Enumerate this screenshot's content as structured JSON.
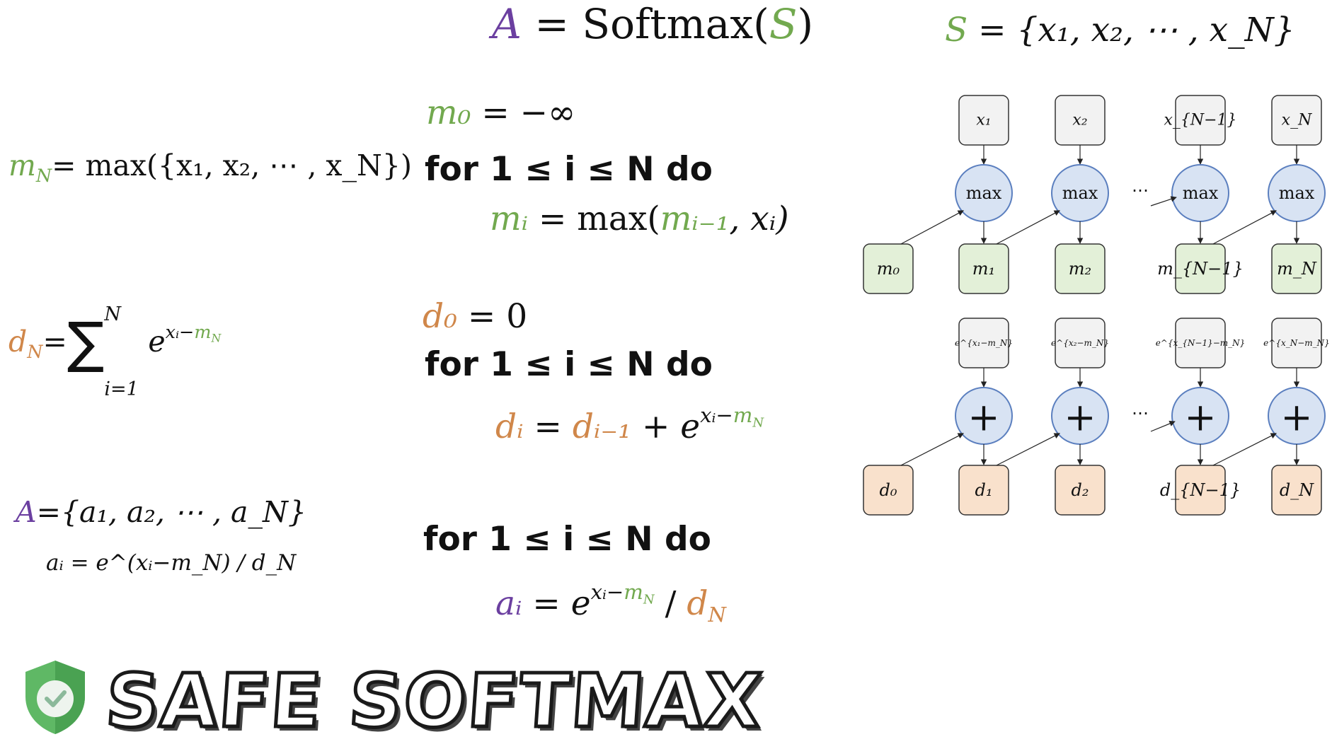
{
  "header": {
    "attention_lhs": "A",
    "attention_eq": " = Softmax(",
    "attention_arg": "S",
    "attention_close": ")",
    "set_lhs": "S",
    "set_rhs": " = {x₁, x₂, ⋯ , x_N}"
  },
  "left": {
    "max_lhs": "m",
    "max_sub": "N",
    "max_rhs": "= max({x₁, x₂, ⋯ , x_N})",
    "sum_lhs": "d",
    "sum_sub": "N",
    "sum_eq": "=",
    "sum_upper": "N",
    "sum_lower": "i=1",
    "sum_term": "e",
    "sum_exp_x": "xᵢ−",
    "sum_exp_m": "m",
    "sum_exp_m_sub": "N",
    "attn_lhs": "A",
    "attn_rhs": "={a₁, a₂, ⋯ , a_N}",
    "attn_elem": "aᵢ  =  e^(xᵢ−m_N) / d_N"
  },
  "middle": {
    "m0_lhs": "m₀",
    "m0_rhs": " = −∞",
    "loop1_header": "for  1 ≤ i ≤ N  do",
    "loop1_lhs": "mᵢ",
    "loop1_eq": "  =  max(",
    "loop1_prev": "mᵢ₋₁",
    "loop1_rest": ", xᵢ)",
    "d0_lhs": "d₀",
    "d0_rhs": " = 0",
    "loop2_header": "for  1 ≤ i ≤ N  do",
    "loop2_lhs": "dᵢ",
    "loop2_eq": "  =  ",
    "loop2_prev": "dᵢ₋₁",
    "loop2_plus": " + e",
    "loop2_exp_x": "xᵢ−",
    "loop2_exp_m": "m",
    "loop2_exp_m_sub": "N",
    "loop3_header": "for  1 ≤ i ≤ N  do",
    "loop3_lhs": "aᵢ",
    "loop3_eq": "  =  e",
    "loop3_exp_x": "xᵢ−",
    "loop3_exp_m": "m",
    "loop3_exp_m_sub": "N",
    "loop3_div": " / ",
    "loop3_d": "d",
    "loop3_d_sub": "N"
  },
  "diagram": {
    "inputs": [
      "x₁",
      "x₂",
      "x_{N−1}",
      "x_N"
    ],
    "max_label": "max",
    "plus_label": "+",
    "ellipsis": "⋯",
    "m_init": "m₀",
    "m_outputs": [
      "m₁",
      "m₂",
      "m_{N−1}",
      "m_N"
    ],
    "exp_terms": [
      "e^{x₁−m_N}",
      "e^{x₂−m_N}",
      "e^{x_{N−1}−m_N}",
      "e^{x_N−m_N}"
    ],
    "d_init": "d₀",
    "d_outputs": [
      "d₁",
      "d₂",
      "d_{N−1}",
      "d_N"
    ]
  },
  "banner": {
    "title": "SAFE SOFTMAX",
    "icon": "shield-check-icon"
  },
  "colors": {
    "purple": "#6b3fa0",
    "green": "#72a94f",
    "orange": "#d0874a",
    "input_box": "#f2f2f2",
    "m_box": "#e3f0d8",
    "d_box": "#f9e1cc",
    "node_circle": "#d8e3f3",
    "node_stroke": "#5b7fbf",
    "shield": "#5fb865"
  }
}
